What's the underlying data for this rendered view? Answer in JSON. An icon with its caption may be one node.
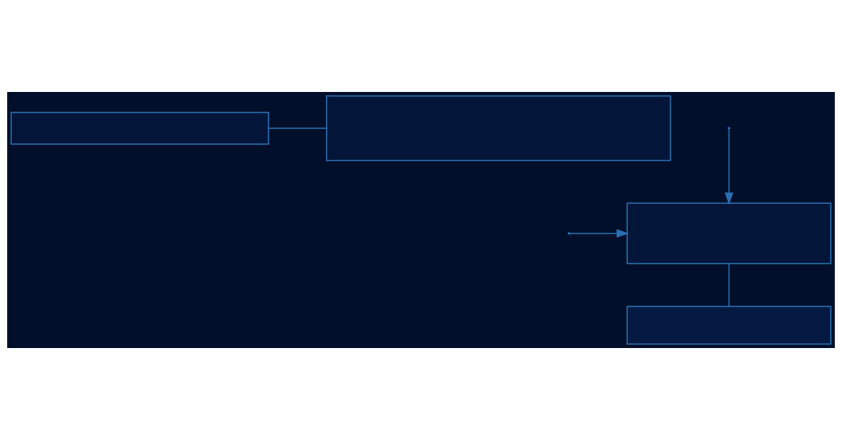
{
  "diagram": {
    "nodes": [
      {
        "text": [],
        "shape": "box"
      },
      {
        "text": [],
        "shape": "box"
      },
      {
        "text": [],
        "shape": "box"
      },
      {
        "text": [],
        "shape": "box"
      }
    ],
    "edges": [
      {
        "from": 0,
        "to": 1,
        "arrow": "none"
      },
      {
        "from": null,
        "to": 2,
        "arrow": "to"
      },
      {
        "from": null,
        "to": 2,
        "arrow": "to"
      },
      {
        "from": 2,
        "to": 3,
        "arrow": "none"
      }
    ]
  }
}
